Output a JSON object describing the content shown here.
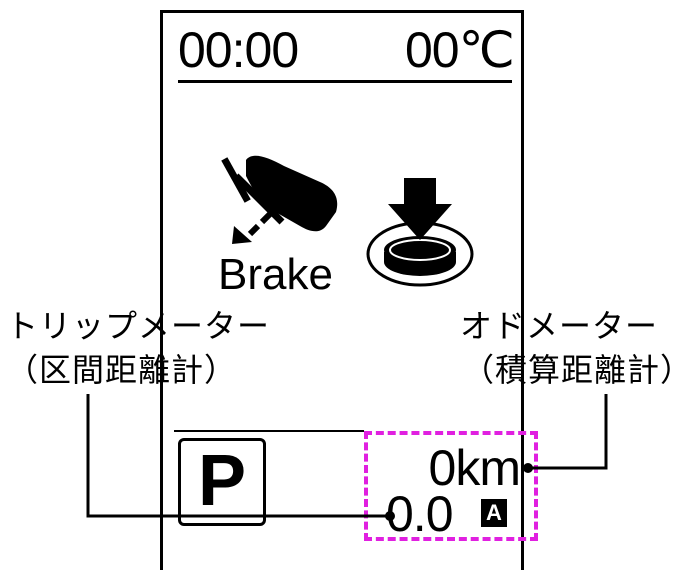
{
  "header": {
    "clock": "00:00",
    "temperature": "00℃"
  },
  "icons": {
    "left": {
      "name": "hand-brake-icon",
      "label": "Brake"
    },
    "right": "push-button-icon"
  },
  "gear": {
    "indicator": "P"
  },
  "meters": {
    "odometer": {
      "value": "0km",
      "callout_line1": "オドメーター",
      "callout_line2": "（積算距離計）"
    },
    "trip": {
      "value": "0.0",
      "badge": "A",
      "callout_line1": "トリップメーター",
      "callout_line2": "（区間距離計）"
    }
  },
  "colors": {
    "highlight": "#e020e0",
    "foreground": "#000000",
    "background": "#ffffff"
  }
}
